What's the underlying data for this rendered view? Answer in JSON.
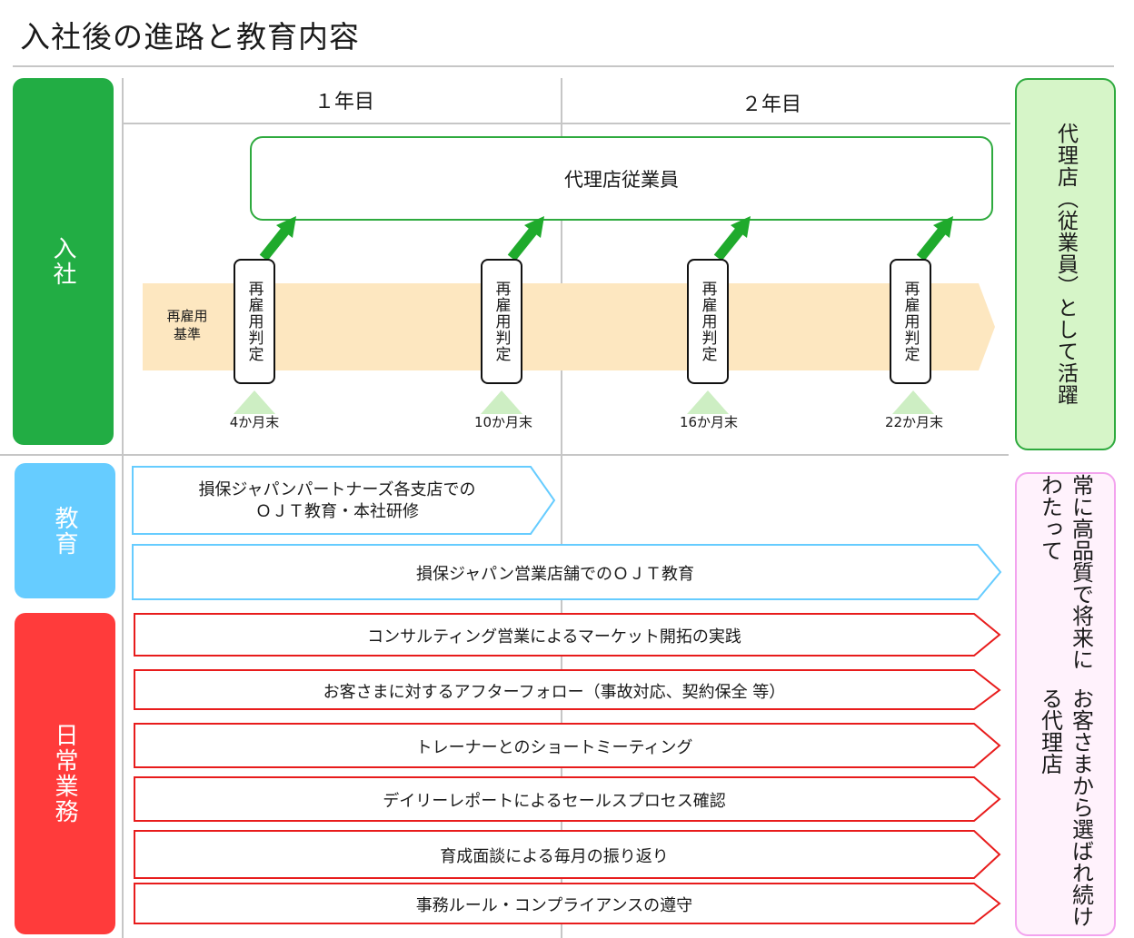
{
  "title": "入社後の進路と教育内容",
  "sections": {
    "entry": "入社",
    "education": "教育",
    "daily": "日常業務"
  },
  "years": [
    "１年目",
    "２年目"
  ],
  "employee_box": "代理店従業員",
  "band_label": "再雇用基準",
  "judgment_label": "再雇用判定",
  "milestones": [
    "4か月末",
    "10か月末",
    "16か月末",
    "22か月末"
  ],
  "education_items": [
    {
      "line1": "損保ジャパンパートナーズ各支店での",
      "line2": "ＯＪＴ教育・本社研修"
    },
    {
      "line1": "損保ジャパン営業店舗でのＯＪＴ教育",
      "line2": ""
    }
  ],
  "daily_items": [
    "コンサルティング営業によるマーケット開拓の実践",
    "お客さまに対するアフターフォロー（事故対応、契約保全 等）",
    "トレーナーとのショートミーティング",
    "デイリーレポートによるセールスプロセス確認",
    "育成面談による毎月の振り返り",
    "事務ルール・コンプライアンスの遵守"
  ],
  "right_top": "代理店（従業員）として活躍",
  "right_bottom": [
    "常に高品質で将来にわたって",
    "お客さまから選ばれ続ける代理店"
  ],
  "colors": {
    "green": "#22ad44",
    "blue": "#66ccff",
    "red": "#ff3b3b",
    "band": "#fde7c0",
    "arrow_green": "#1faa2c"
  }
}
